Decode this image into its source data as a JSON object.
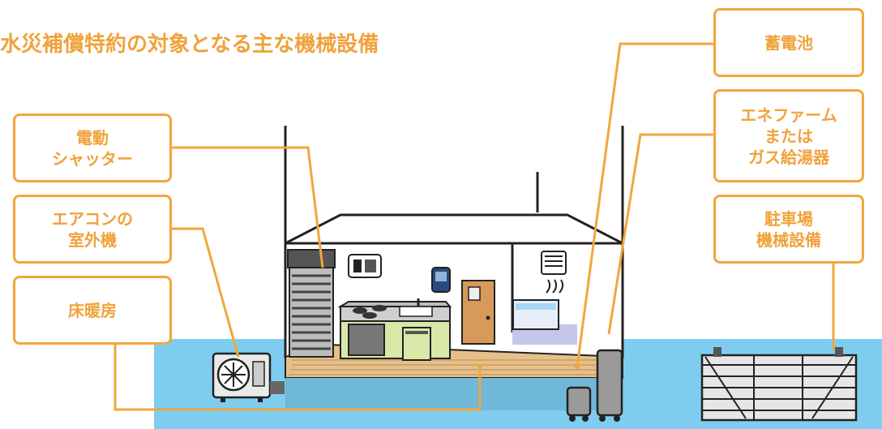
{
  "title": "水災補償特約の対象となる主な機械設備",
  "labels": {
    "shutter": [
      "電動",
      "シャッター"
    ],
    "aircon": [
      "エアコンの",
      "室外機"
    ],
    "floor_heating": [
      "床暖房"
    ],
    "battery": [
      "蓄電池"
    ],
    "enefarm": [
      "エネファーム",
      "または",
      "ガス給湯器"
    ],
    "parking": [
      "駐車場",
      "機械設備"
    ]
  },
  "colors": {
    "accent": "#f0a23a",
    "line": "#f2a63d",
    "water": "#7ecdf0",
    "floor": "#e6c08a",
    "kitchen": "#d8e8a8",
    "wall": "#ffffff",
    "outline": "#222222"
  }
}
